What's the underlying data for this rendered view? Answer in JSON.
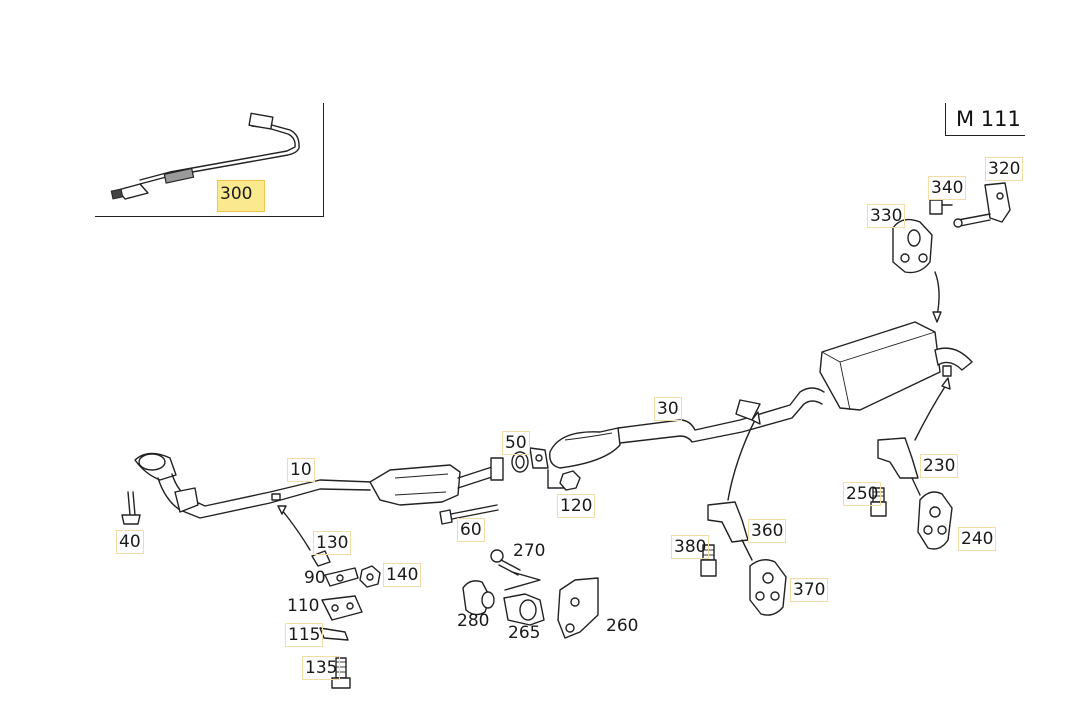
{
  "model": "M 111",
  "callouts": [
    {
      "key": "p300",
      "label": "300",
      "highlight": true
    },
    {
      "key": "p320",
      "label": "320"
    },
    {
      "key": "p340",
      "label": "340"
    },
    {
      "key": "p330",
      "label": "330"
    },
    {
      "key": "p30",
      "label": "30"
    },
    {
      "key": "p50",
      "label": "50"
    },
    {
      "key": "p10",
      "label": "10"
    },
    {
      "key": "p230",
      "label": "230"
    },
    {
      "key": "p250",
      "label": "250"
    },
    {
      "key": "p240",
      "label": "240"
    },
    {
      "key": "p360",
      "label": "360"
    },
    {
      "key": "p380",
      "label": "380"
    },
    {
      "key": "p370",
      "label": "370"
    },
    {
      "key": "p120",
      "label": "120"
    },
    {
      "key": "p60",
      "label": "60"
    },
    {
      "key": "p40",
      "label": "40"
    },
    {
      "key": "p130",
      "label": "130"
    },
    {
      "key": "p90",
      "label": "90"
    },
    {
      "key": "p140",
      "label": "140"
    },
    {
      "key": "p110",
      "label": "110"
    },
    {
      "key": "p115",
      "label": "115"
    },
    {
      "key": "p135",
      "label": "135"
    },
    {
      "key": "p270",
      "label": "270"
    },
    {
      "key": "p280",
      "label": "280"
    },
    {
      "key": "p265",
      "label": "265"
    },
    {
      "key": "p260",
      "label": "260"
    }
  ],
  "colors": {
    "highlight": "#fbe98f",
    "box_border": "#f3dca8",
    "line": "#222222"
  }
}
